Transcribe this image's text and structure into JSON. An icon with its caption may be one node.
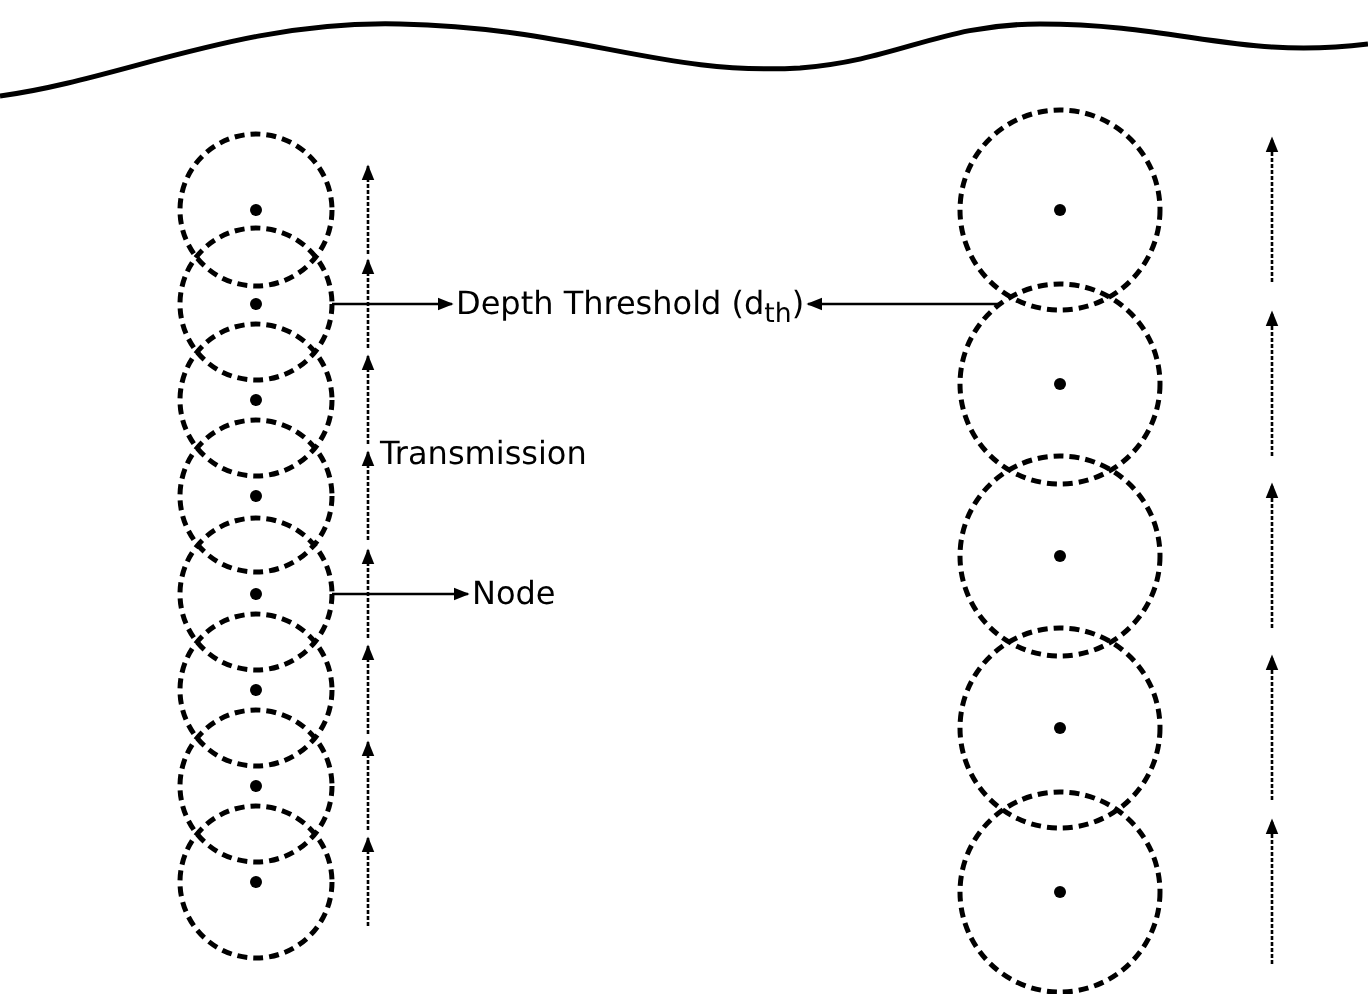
{
  "diagram": {
    "nodes": [
      {
        "text": [],
        "shape": "circle"
      },
      {
        "text": [],
        "shape": "circle"
      },
      {
        "text": [],
        "shape": "circle"
      },
      {
        "text": [],
        "shape": "circle"
      },
      {
        "text": [],
        "shape": "circle"
      },
      {
        "text": [],
        "shape": "circle"
      },
      {
        "text": [],
        "shape": "circle"
      },
      {
        "text": [],
        "shape": "circle"
      },
      {
        "text": [],
        "shape": "circle"
      },
      {
        "text": [],
        "shape": "circle"
      },
      {
        "text": [],
        "shape": "circle"
      },
      {
        "text": [],
        "shape": "circle"
      },
      {
        "text": [],
        "shape": "circle"
      },
      {
        "text": [
          "Depth Threshold (d$_{th}$)"
        ]
      },
      {
        "text": [
          "Node"
        ]
      }
    ],
    "edges": [
      {
        "from": 1,
        "to": 13,
        "arrow": "to"
      },
      {
        "from": 9,
        "to": 13,
        "arrow": "to"
      },
      {
        "from": 4,
        "to": 14,
        "arrow": "to"
      }
    ],
    "labels": [
      "Transmission"
    ]
  }
}
